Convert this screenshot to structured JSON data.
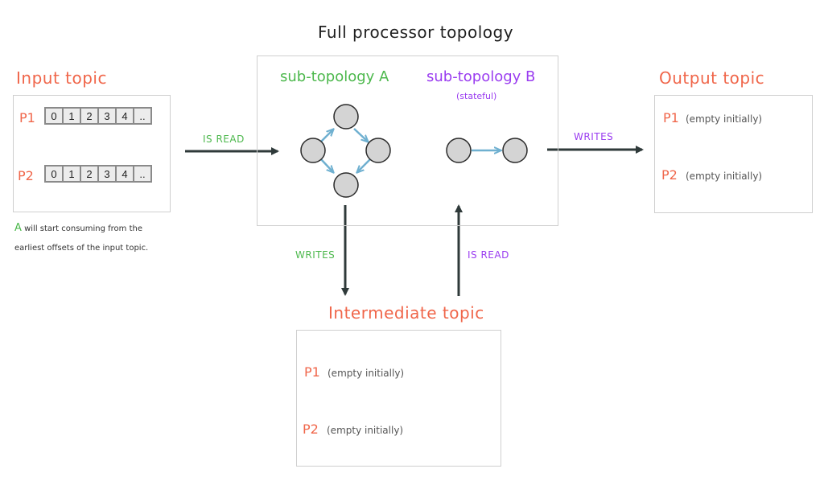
{
  "title": "Full processor topology",
  "input_topic": {
    "title": "Input topic",
    "partitions": [
      {
        "label": "P1",
        "offsets": [
          "0",
          "1",
          "2",
          "3",
          "4",
          ".."
        ]
      },
      {
        "label": "P2",
        "offsets": [
          "0",
          "1",
          "2",
          "3",
          "4",
          ".."
        ]
      }
    ],
    "note_highlight": "A",
    "note_line1": " will start consuming from the",
    "note_line2": "earliest offsets of the input topic."
  },
  "topology": {
    "sub_a": {
      "label": "sub-topology A"
    },
    "sub_b": {
      "label": "sub-topology B",
      "qualifier": "(stateful)"
    }
  },
  "edges": {
    "input_to_topology": "IS READ",
    "topology_to_output": "WRITES",
    "a_to_intermediate": "WRITES",
    "intermediate_to_b": "IS READ"
  },
  "output_topic": {
    "title": "Output topic",
    "partitions": [
      {
        "label": "P1",
        "status": "(empty initially)"
      },
      {
        "label": "P2",
        "status": "(empty initially)"
      }
    ]
  },
  "intermediate_topic": {
    "title": "Intermediate topic",
    "partitions": [
      {
        "label": "P1",
        "status": "(empty initially)"
      },
      {
        "label": "P2",
        "status": "(empty initially)"
      }
    ]
  },
  "colors": {
    "topic": "#f0664a",
    "sub_a": "#4cb84c",
    "sub_b": "#9a3cf0",
    "node_fill": "#d4d4d4",
    "node_edge": "#6fb0d0",
    "arrow": "#2f3a3a"
  }
}
